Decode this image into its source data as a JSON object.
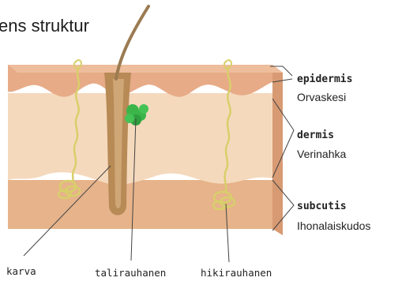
{
  "title": "ens struktur",
  "layers": [
    {
      "id": "epidermis",
      "name": "epidermis",
      "local_name": "Orvaskesi"
    },
    {
      "id": "dermis",
      "name": "dermis",
      "local_name": "Verinahka"
    },
    {
      "id": "subcutis",
      "name": "subcutis",
      "local_name": "Ihonalaiskudos"
    }
  ],
  "structures": [
    {
      "id": "hair",
      "label": "karva"
    },
    {
      "id": "sebaceous",
      "label": "talirauhanen"
    },
    {
      "id": "sweat",
      "label": "hikirauhanen"
    }
  ],
  "colors": {
    "epidermis": "#e7ab87",
    "dermis": "#f5d9bd",
    "subcutis": "#e6b38a",
    "hair": "#b78a56",
    "gland": "#3bb54a",
    "sweat_gland": "#d8cf6a"
  }
}
